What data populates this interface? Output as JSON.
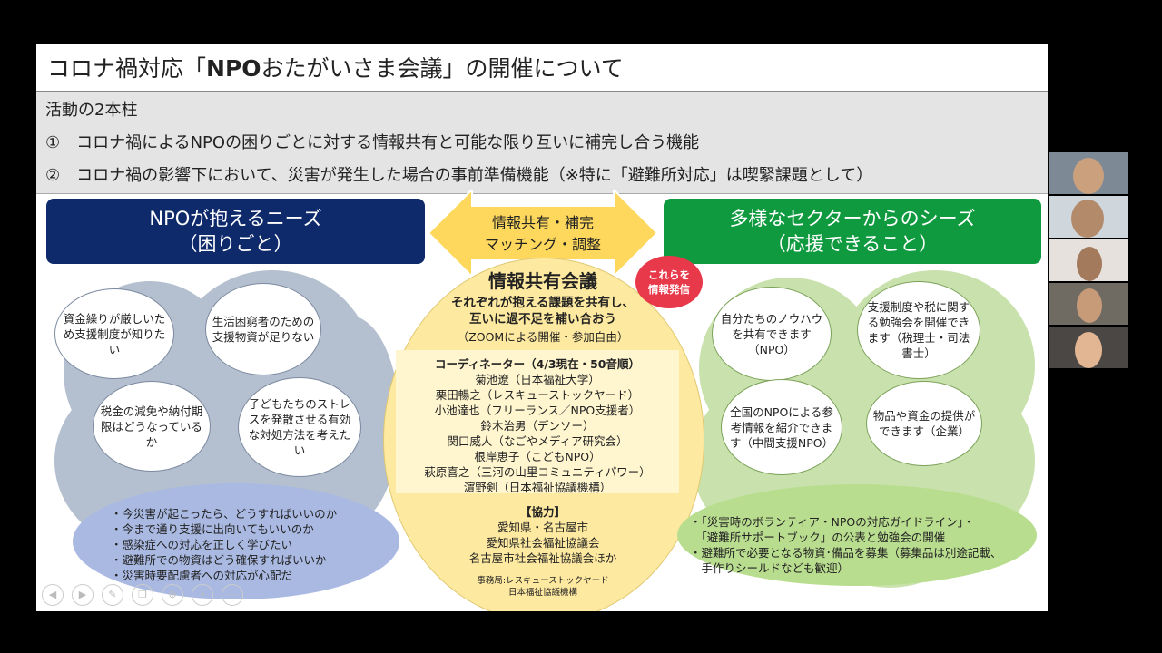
{
  "slide": {
    "title_pre": "コロナ禍対応「",
    "title_bold": "NPO",
    "title_post": "おたがいさま会議」の開催について",
    "pillars_heading": "活動の2本柱",
    "pillar1": "①　コロナ禍によるNPOの困りごとに対する情報共有と可能な限り互いに補完し合う機能",
    "pillar2": "②　コロナ禍の影響下において、災害が発生した場合の事前準備機能（※特に「避難所対応」は喫緊課題として）"
  },
  "needs": {
    "banner_line1": "NPOが抱えるニーズ",
    "banner_line2": "（困りごと）",
    "bubbles": [
      "資金繰りが厳しいため支援制度が知りたい",
      "生活困窮者のための支援物資が足りない",
      "税金の減免や納付期限はどうなっているか",
      "子どもたちのストレスを発散させる有効な対処方法を考えたい"
    ],
    "concerns": [
      "・今災害が起こったら、どうすればいいのか",
      "・今まで通り支援に出向いてもいいのか",
      "・感染症への対応を正しく学びたい",
      "・避難所での物資はどう確保すればいいか",
      "・災害時要配慮者への対応が心配だ"
    ]
  },
  "arrow": {
    "line1": "情報共有・補完",
    "line2": "マッチング・調整"
  },
  "meeting": {
    "title": "情報共有会議",
    "subtitle1": "それぞれが抱える課題を共有し、",
    "subtitle2": "互いに過不足を補い合おう",
    "note": "（ZOOMによる開催・参加自由）",
    "coordinator_heading": "コーディネーター（4/3現在・50音順）",
    "coordinators": [
      "菊池遼（日本福祉大学）",
      "栗田暢之（レスキューストックヤード）",
      "小池達也（フリーランス／NPO支援者）",
      "鈴木治男（デンソー）",
      "関口威人（なごやメディア研究会）",
      "根岸恵子（こどもNPO）",
      "萩原喜之（三河の山里コミュニティパワー）",
      "濵野剣（日本福祉協議機構）"
    ],
    "coop_heading": "【協力】",
    "coop": [
      "愛知県・名古屋市",
      "愛知県社会福祉協議会",
      "名古屋市社会福祉協議会ほか"
    ],
    "secretariat1": "事務局:レスキューストックヤード",
    "secretariat2": "日本福祉協議機構"
  },
  "badge": {
    "line1": "これらを",
    "line2": "情報発信"
  },
  "seeds": {
    "banner_line1": "多様なセクターからのシーズ",
    "banner_line2": "（応援できること）",
    "bubbles": [
      "自分たちのノウハウを共有できます（NPO）",
      "支援制度や税に関する勉強会を開催できます（税理士・司法書士）",
      "全国のNPOによる参考情報を紹介できます（中間支援NPO）",
      "物品や資金の提供ができます（企業）"
    ],
    "support": [
      "・「災害時のボランティア・NPOの対応ガイドライン」・",
      "　「避難所サポートブック」の公表と勉強会の開催",
      "・避難所で必要となる物資･備品を募集（募集品は別途記載、",
      "　手作りシールドなども歓迎）"
    ]
  },
  "colors": {
    "needs_banner": "#0e2a6b",
    "seeds_banner": "#0f9a3f",
    "arrow": "#fdd85d",
    "meeting": "#fee9a0",
    "badge": "#e8394a"
  },
  "icons": [
    "prev-icon",
    "next-icon",
    "pen-icon",
    "copy-icon",
    "zoom-icon",
    "more-icon"
  ]
}
